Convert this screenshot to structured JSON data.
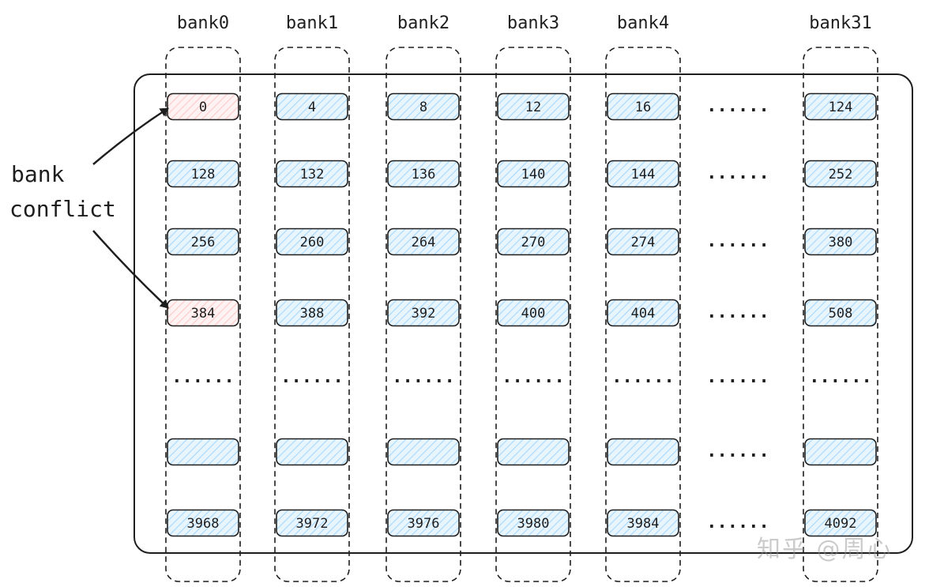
{
  "banks": [
    {
      "label": "bank0",
      "cells": [
        "0",
        "128",
        "256",
        "384",
        "",
        "3968"
      ],
      "conflict_rows": [
        0,
        3
      ]
    },
    {
      "label": "bank1",
      "cells": [
        "4",
        "132",
        "260",
        "388",
        "",
        "3972"
      ],
      "conflict_rows": []
    },
    {
      "label": "bank2",
      "cells": [
        "8",
        "136",
        "264",
        "392",
        "",
        "3976"
      ],
      "conflict_rows": []
    },
    {
      "label": "bank3",
      "cells": [
        "12",
        "140",
        "270",
        "400",
        "",
        "3980"
      ],
      "conflict_rows": []
    },
    {
      "label": "bank4",
      "cells": [
        "16",
        "144",
        "274",
        "404",
        "",
        "3984"
      ],
      "conflict_rows": []
    },
    {
      "label": "bank31",
      "cells": [
        "124",
        "252",
        "380",
        "508",
        "",
        "4092"
      ],
      "conflict_rows": []
    }
  ],
  "ellipsis": "......",
  "conflict_label_lines": [
    "bank",
    "conflict"
  ],
  "watermark": "知乎 @周心",
  "colors": {
    "cell_fill": "#a5d8ff",
    "conflict_fill": "#ffc9c9",
    "stroke": "#1e1e1e"
  }
}
